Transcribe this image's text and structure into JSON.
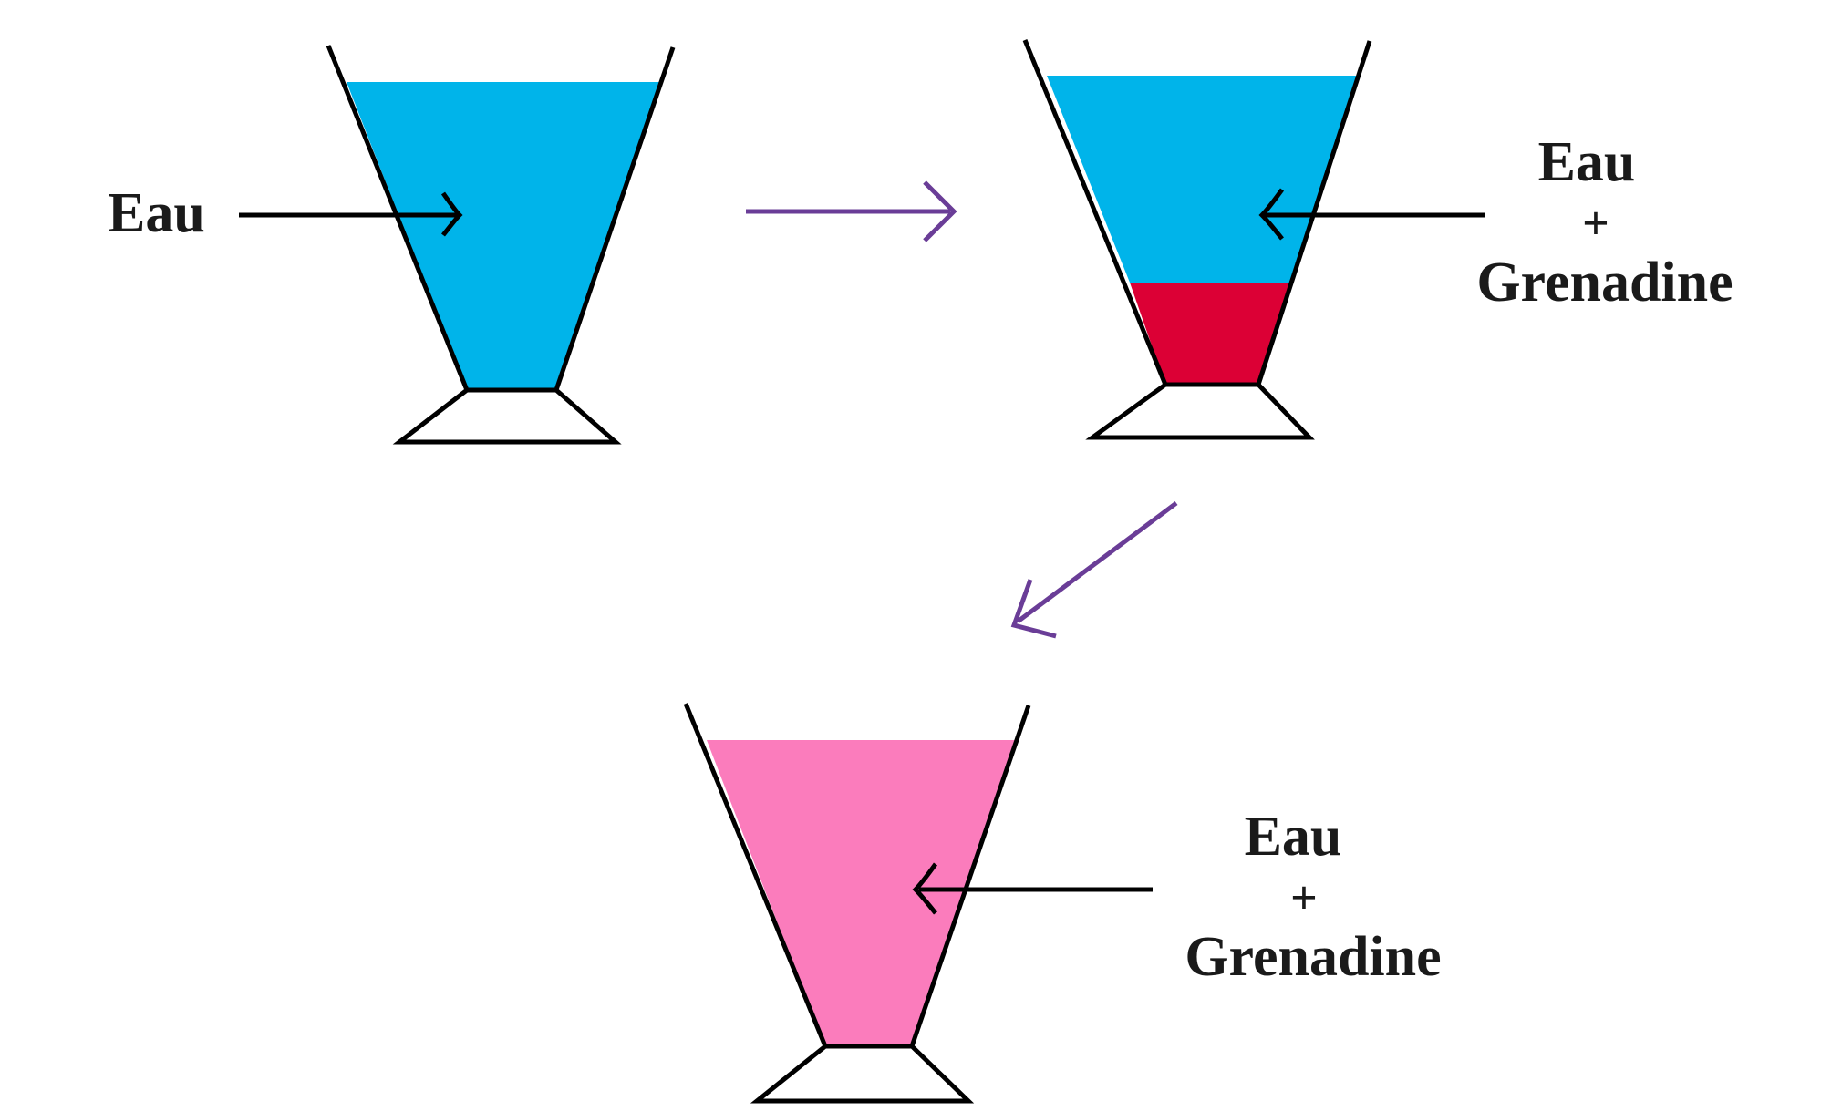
{
  "diagram": {
    "glass1": {
      "label": "Eau",
      "layers": [
        {
          "name": "eau",
          "color": "#00b4ea"
        }
      ]
    },
    "glass2": {
      "label_line1": "Eau",
      "label_line2": "+",
      "label_line3": "Grenadine",
      "layers": [
        {
          "name": "eau",
          "color": "#00b4ea"
        },
        {
          "name": "grenadine",
          "color": "#dc0035"
        }
      ]
    },
    "glass3": {
      "label_line1": "Eau",
      "label_line2": "+",
      "label_line3": "Grenadine",
      "layers": [
        {
          "name": "melange",
          "color": "#fb7cbc"
        }
      ]
    },
    "colors": {
      "outline": "#000000",
      "flow_arrow": "#6a3d97",
      "pointer_arrow": "#000000"
    }
  }
}
